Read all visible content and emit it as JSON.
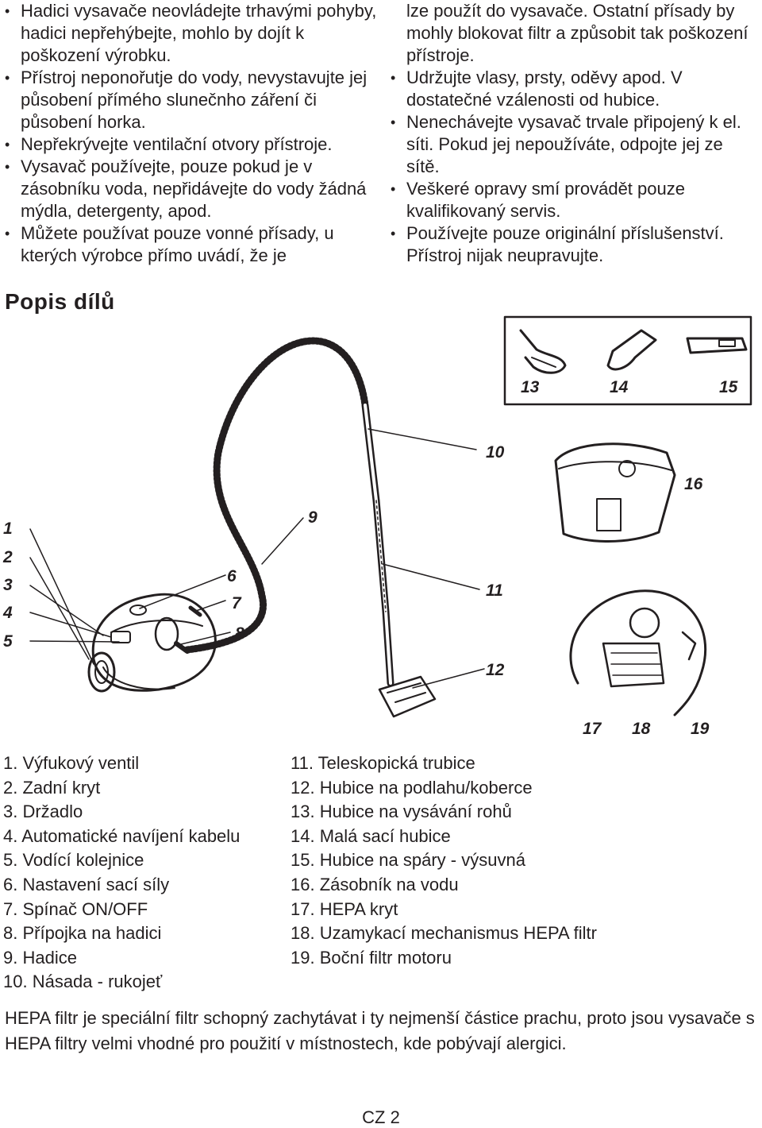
{
  "warnings_left": [
    "Hadici vysavače neovládejte trhavými pohyby, hadici nepřehýbejte, mohlo by dojít k poškození výrobku.",
    "Přístroj neponořutje do vody, nevystavujte jej působení přímého slunečnho záření či působení horka.",
    "Nepřekrývejte ventilační otvory přístroje.",
    "Vysavač používejte, pouze pokud je v zásobníku voda, nepřidávejte do vody žádná mýdla, detergenty, apod.",
    "Můžete používat pouze vonné přísady, u kterých výrobce přímo uvádí, že je"
  ],
  "warnings_right_continuation": "lze použít do vysavače. Ostatní přísady by mohly blokovat filtr a způsobit tak poškození přístroje.",
  "warnings_right": [
    "Udržujte vlasy, prsty, oděvy apod. V dostatečné vzálenosti od hubice.",
    "Nenechávejte vysavač trvale připojený k el. síti. Pokud jej nepoužíváte, odpojte jej ze sítě.",
    "Veškeré opravy smí provádět pouze kvalifikovaný servis.",
    "Používejte pouze originální příslušenství. Přístroj nijak neupravujte."
  ],
  "section_title": "Popis dílů",
  "callouts": [
    "1",
    "2",
    "3",
    "4",
    "5",
    "6",
    "7",
    "8",
    "9",
    "10",
    "11",
    "12",
    "13",
    "14",
    "15",
    "16",
    "17",
    "18",
    "19"
  ],
  "parts_left": [
    "1. Výfukový ventil",
    "2. Zadní kryt",
    "3. Držadlo",
    "4. Automatické navíjení kabelu",
    "5. Vodící kolejnice",
    "6. Nastavení sací síly",
    "7. Spínač ON/OFF",
    "8. Přípojka na hadici",
    "9. Hadice",
    "10. Násada - rukojeť"
  ],
  "parts_right": [
    "11. Teleskopická trubice",
    "12. Hubice na podlahu/koberce",
    "13. Hubice na vysávání rohů",
    "14. Malá sací hubice",
    "15. Hubice na spáry - výsuvná",
    "16. Zásobník na vodu",
    "17. HEPA kryt",
    "18. Uzamykací mechanismus HEPA filtr",
    "19. Boční filtr motoru"
  ],
  "hepa_note": "HEPA filtr je speciální filtr schopný zachytávat i ty nejmenší částice prachu, proto jsou vysavače s HEPA filtry velmi vhodné pro použití v místnostech, kde pobývají alergici.",
  "page_number": "CZ 2",
  "icons": [
    "vacuum-cleaner-illustration",
    "accessories-box",
    "water-tank-illustration",
    "hepa-detail-circle"
  ]
}
